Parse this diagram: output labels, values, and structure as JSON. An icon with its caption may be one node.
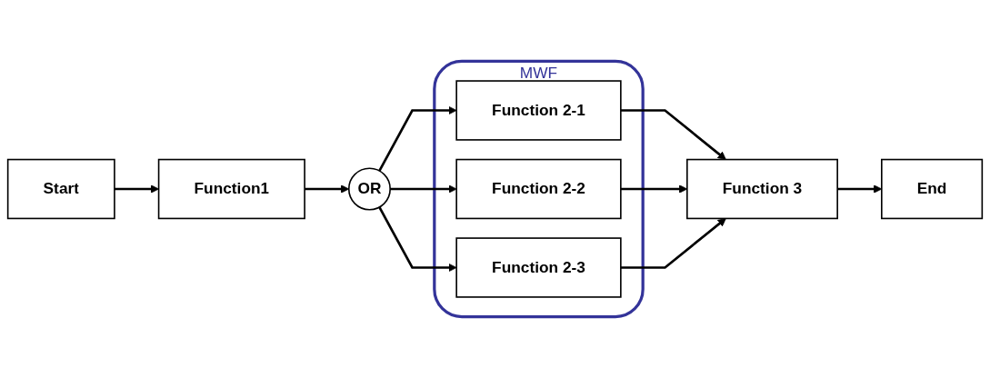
{
  "diagram": {
    "nodes": [
      {
        "text": [
          "Start"
        ]
      },
      {
        "text": [
          "Function1"
        ]
      },
      {
        "text": [
          "OR"
        ]
      },
      {
        "text": [
          "MWF"
        ]
      },
      {
        "text": [
          "Function 2-1"
        ],
        "in": 3
      },
      {
        "text": [
          "Function 2-2"
        ],
        "in": 3
      },
      {
        "text": [
          "Function 2-3"
        ],
        "in": 3
      },
      {
        "text": [
          "Function 3"
        ]
      },
      {
        "text": [
          "End"
        ]
      }
    ],
    "edges": [
      {
        "from": 0,
        "to": 1,
        "arrow": "to"
      },
      {
        "from": 1,
        "to": 2,
        "arrow": "to"
      },
      {
        "from": 2,
        "to": 4,
        "arrow": "to"
      },
      {
        "from": 2,
        "to": 5,
        "arrow": "to"
      },
      {
        "from": 2,
        "to": 6,
        "arrow": "to"
      },
      {
        "from": 4,
        "to": 7,
        "arrow": "to"
      },
      {
        "from": 5,
        "to": 7,
        "arrow": "to"
      },
      {
        "from": 6,
        "to": 7,
        "arrow": "to"
      },
      {
        "from": 7,
        "to": 8,
        "arrow": "to"
      }
    ]
  }
}
